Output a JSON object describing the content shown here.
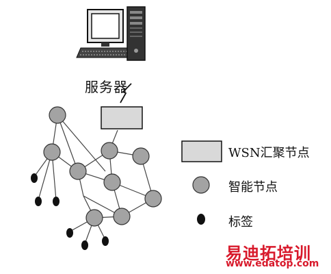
{
  "server": {
    "label": "服务器"
  },
  "legend": {
    "sink_label": "WSN汇聚节点",
    "smart_node_label": "智能节点",
    "tag_label": "标签"
  },
  "watermark": {
    "brand": "易迪拓培训",
    "url": "www.edatop.com"
  },
  "colors": {
    "sink_fill": "#d9d9d9",
    "smart_node_fill": "#a3a3a3",
    "tag_fill": "#111111",
    "link_stroke": "#444444",
    "watermark": "#d8192b"
  }
}
